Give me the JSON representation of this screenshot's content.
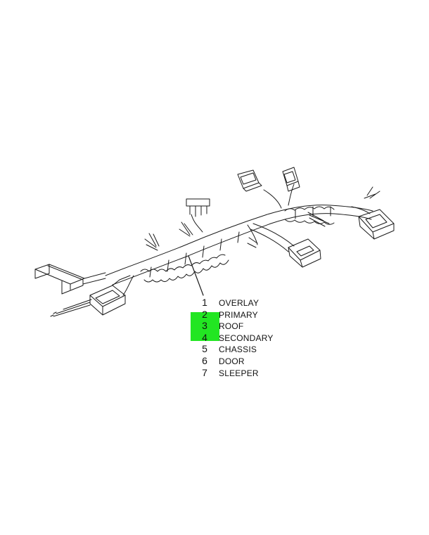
{
  "legend": {
    "items": [
      {
        "number": "1",
        "label": "OVERLAY"
      },
      {
        "number": "2",
        "label": "PRIMARY"
      },
      {
        "number": "3",
        "label": "ROOF"
      },
      {
        "number": "4",
        "label": "SECONDARY"
      },
      {
        "number": "5",
        "label": "CHASSIS"
      },
      {
        "number": "6",
        "label": "DOOR"
      },
      {
        "number": "7",
        "label": "SLEEPER"
      }
    ]
  },
  "highlight": {
    "color": "#22e622",
    "covers_items": [
      "2",
      "3",
      "4"
    ]
  },
  "colors": {
    "line": "#1a1a1a",
    "background": "#ffffff"
  }
}
